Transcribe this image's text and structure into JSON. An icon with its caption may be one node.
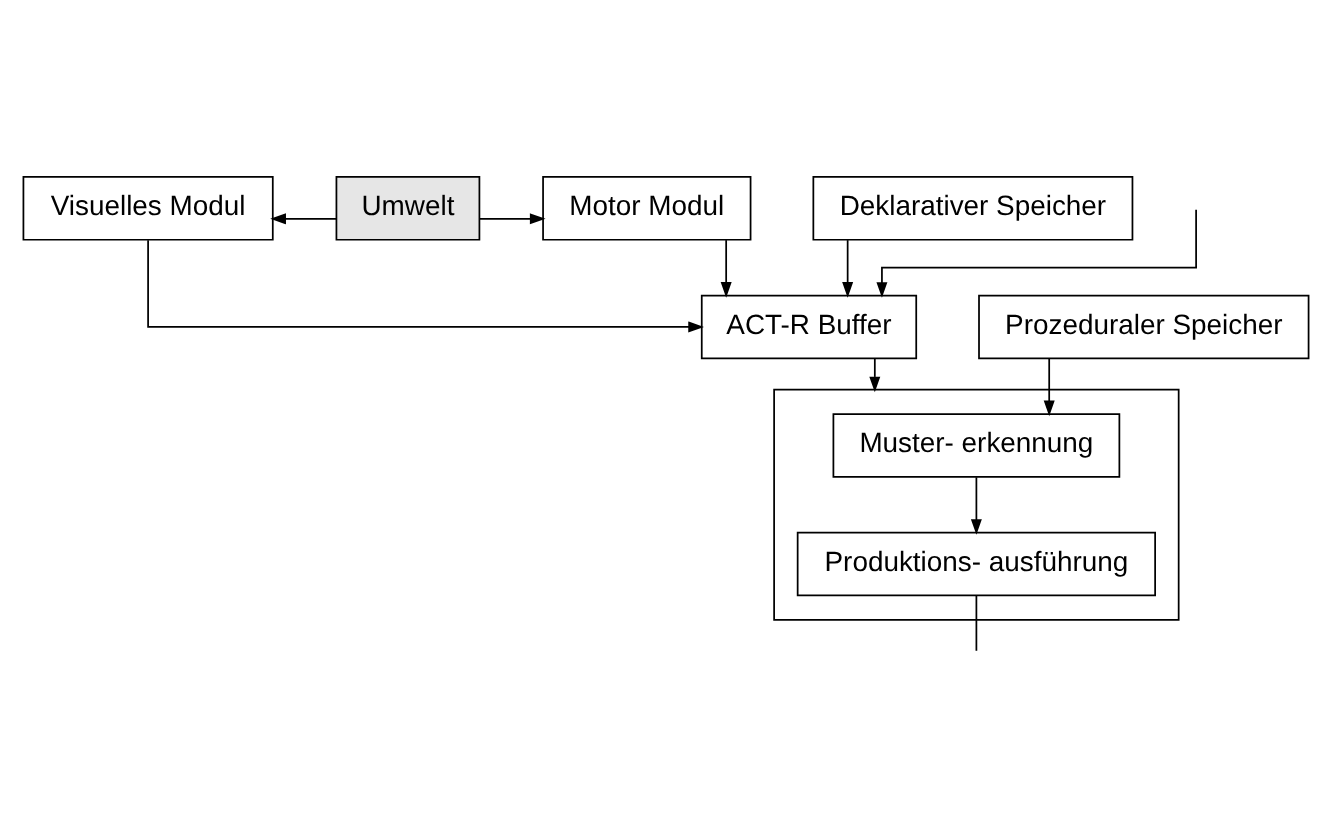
{
  "diagram": {
    "nodes": [
      {
        "text": [
          "Visuelles Modul"
        ]
      },
      {
        "text": [
          "Umwelt"
        ]
      },
      {
        "text": [
          "Motor Modul"
        ]
      },
      {
        "text": [
          "ACT-R Buffer"
        ]
      },
      {
        "text": [
          "Prozeduraler Speicher"
        ]
      },
      {
        "text": [],
        "shape": "box"
      },
      {
        "text": [
          "Muster- erkennung"
        ],
        "in": 5
      },
      {
        "text": [
          "Produktions- ausführung"
        ],
        "in": 5
      },
      {
        "text": [
          "Deklarativer Speicher"
        ]
      }
    ],
    "edges": [
      {
        "from": 1,
        "to": 0,
        "arrow": "to"
      },
      {
        "from": 1,
        "to": 2,
        "arrow": "to"
      },
      {
        "from": 0,
        "to": 3,
        "arrow": "to"
      },
      {
        "from": 2,
        "to": 3,
        "arrow": "to"
      },
      {
        "from": null,
        "to": 3,
        "arrow": "to"
      },
      {
        "from": 8,
        "to": 3,
        "arrow": "to"
      },
      {
        "from": 3,
        "to": 5,
        "arrow": "to"
      },
      {
        "from": 4,
        "to": 6,
        "arrow": "to"
      },
      {
        "from": 6,
        "to": 7,
        "arrow": "to"
      },
      {
        "from": 7,
        "to": null,
        "arrow": "none"
      }
    ]
  }
}
